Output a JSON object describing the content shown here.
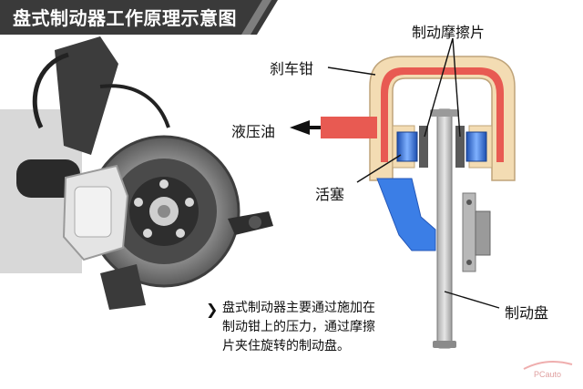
{
  "title": "盘式制动器工作原理示意图",
  "labels": {
    "friction_pads": "制动摩擦片",
    "caliper": "刹车钳",
    "hydraulic_oil": "液压油",
    "piston": "活塞",
    "brake_disc": "制动盘"
  },
  "description_lines": [
    "盘式制动器主要通过施加在",
    "制动钳上的压力，通过摩擦",
    "片夹住旋转的制动盘。"
  ],
  "colors": {
    "banner": "#3a3a3a",
    "caliper_outer": "#f3dcb3",
    "caliper_inner": "#e85a52",
    "oil_line": "#e85a52",
    "piston": "#2f70d8",
    "bracket": "#3b7ee6",
    "disc": "#c9c9c9",
    "hub": "#b8b8b8"
  }
}
